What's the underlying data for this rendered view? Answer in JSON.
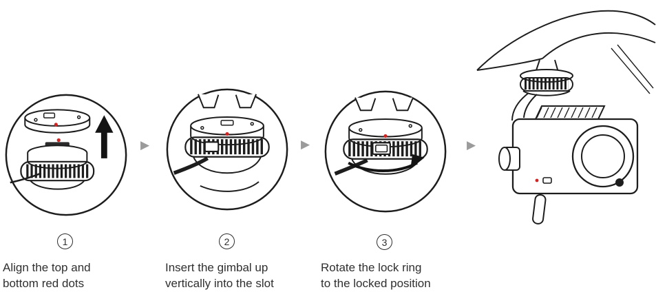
{
  "steps": [
    {
      "number": "1",
      "caption": [
        "Align the top and",
        "bottom red dots"
      ]
    },
    {
      "number": "2",
      "caption": [
        "Insert the gimbal up",
        "vertically into the slot"
      ]
    },
    {
      "number": "3",
      "caption": [
        "Rotate the lock ring",
        "to the locked position"
      ]
    }
  ],
  "separator_icon": "▶",
  "colors": {
    "line": "#1d1d1d",
    "red_dot": "#cf2525",
    "separator_gray": "#9b9b9b"
  },
  "icons": {
    "separator": "arrow-right",
    "step1_arrow": "arrow-up",
    "step3_arrow": "arrow-rotate-clockwise"
  }
}
